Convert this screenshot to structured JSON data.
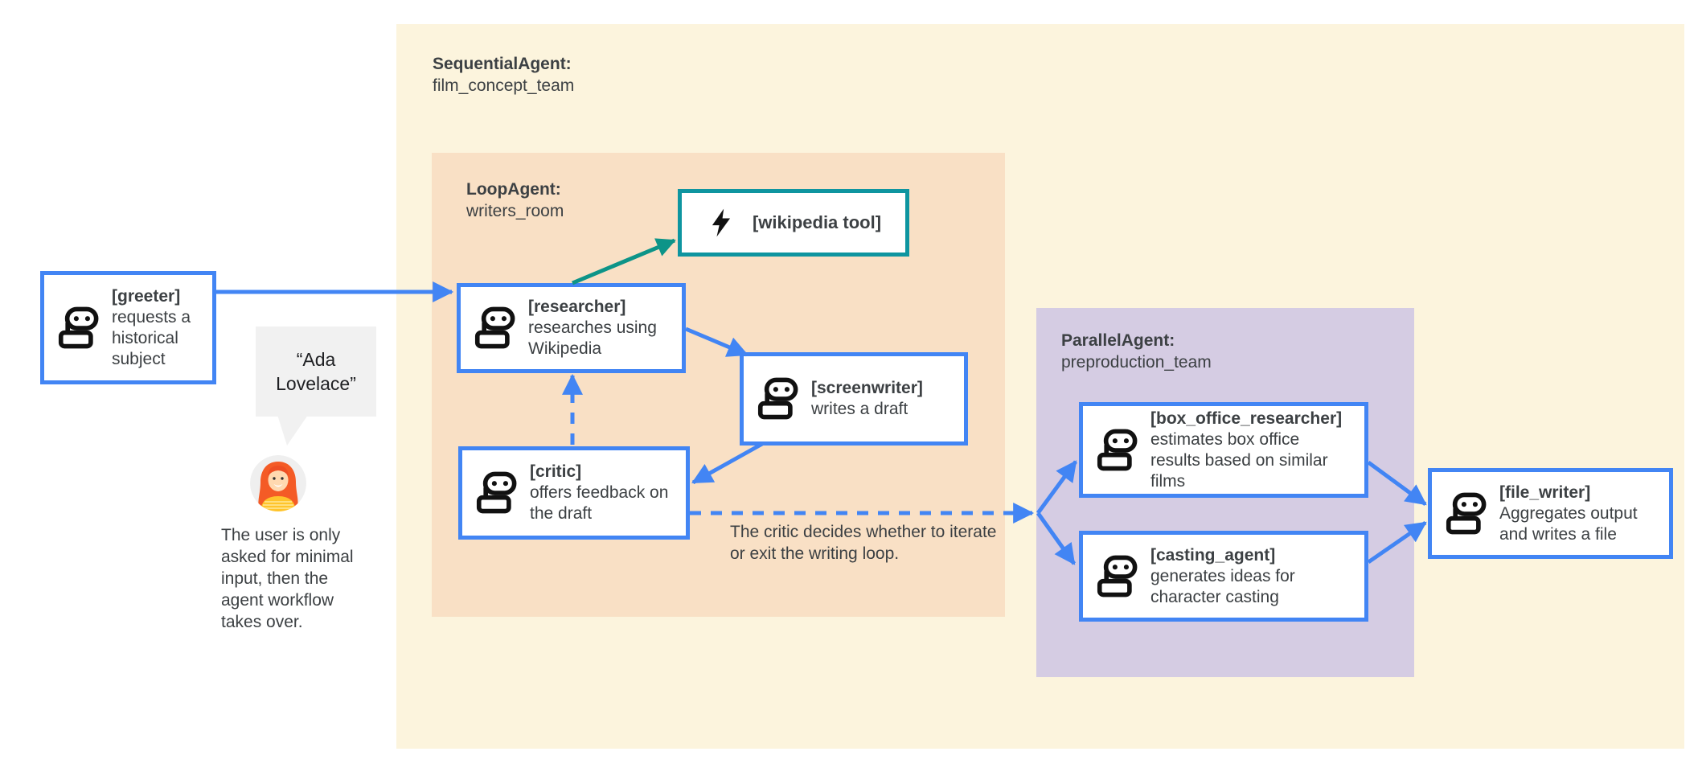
{
  "colors": {
    "blue": "#4285F4",
    "teal_border": "#0E95A0",
    "teal_arrow": "#0D9488",
    "yellow_bg": "#FCF4DD",
    "orange_bg": "#F9E0C5",
    "purple_bg": "#D5CCE3",
    "text": "#3C4043",
    "bubble_bg": "#F1F1F1"
  },
  "groups": {
    "sequential": {
      "title": "SequentialAgent:",
      "subtitle": "film_concept_team"
    },
    "loop": {
      "title": "LoopAgent:",
      "subtitle": "writers_room"
    },
    "parallel": {
      "title": "ParallelAgent:",
      "subtitle": "preproduction_team"
    }
  },
  "nodes": {
    "greeter": {
      "title": "[greeter]",
      "desc": "requests a historical subject"
    },
    "wikipedia_tool": {
      "title": "[wikipedia tool]"
    },
    "researcher": {
      "title": "[researcher]",
      "desc": "researches using Wikipedia"
    },
    "screenwriter": {
      "title": "[screenwriter]",
      "desc": "writes a draft"
    },
    "critic": {
      "title": "[critic]",
      "desc": "offers feedback on the draft"
    },
    "box_office_researcher": {
      "title": "[box_office_researcher]",
      "desc": "estimates box office results based on similar films"
    },
    "casting_agent": {
      "title": "[casting_agent]",
      "desc": "generates ideas for character casting"
    },
    "file_writer": {
      "title": "[file_writer]",
      "desc": "Aggregates output and writes a file"
    }
  },
  "annotations": {
    "user_quote": "“Ada Lovelace”",
    "user_note": "The user is only asked for minimal input, then the agent workflow takes over.",
    "critic_note": "The critic decides whether to iterate or exit the writing loop."
  }
}
